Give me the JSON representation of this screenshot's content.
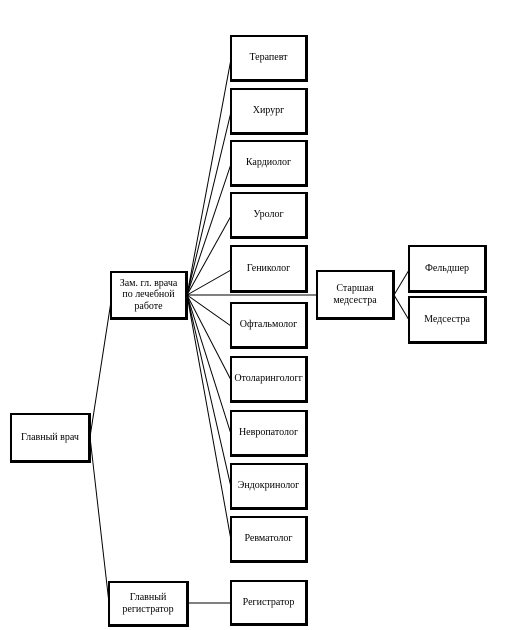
{
  "diagram": {
    "nodes": {
      "chief_doctor": "Главный врач",
      "deputy": "Зам. гл. врача по лечебной работе",
      "chief_registrar": "Главный регистратор",
      "therapist": "Терапевт",
      "surgeon": "Хирург",
      "cardiologist": "Кардиолог",
      "urologist": "Уролог",
      "gynecologist": "Гениколог",
      "ophthalmologist": "Офтальмолог",
      "otolaryngologist": "Отоларингологг",
      "neuropathologist": "Невропатолог",
      "endocrinologist": "Эндокринолог",
      "rheumatologist": "Ревматолог",
      "senior_nurse": "Старшая медсестра",
      "feldsher": "Фельдшер",
      "nurse": "Медсестра",
      "registrar": "Регистратор"
    }
  }
}
